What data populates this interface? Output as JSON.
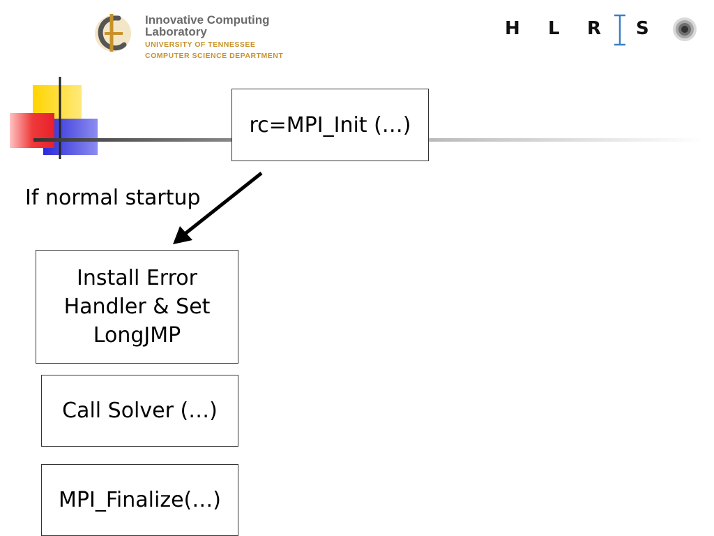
{
  "header": {
    "icl_logo": {
      "line1": "Innovative Computing Laboratory",
      "line2": "UNIVERSITY OF TENNESSEE",
      "line3": "COMPUTER SCIENCE DEPARTMENT"
    },
    "hlrs_logo": {
      "letters": [
        "H",
        "L",
        "R",
        "S"
      ],
      "icon": "hlrs-sunburst-icon"
    }
  },
  "diagram": {
    "init_box": "rc=MPI_Init (…)",
    "branch_label": "If normal startup",
    "handler_box": {
      "line1": "Install Error",
      "line2": "Handler & Set",
      "line3": "LongJMP"
    },
    "solver_box": "Call Solver (…)",
    "finalize_box": "MPI_Finalize(…)"
  },
  "colors": {
    "decor_yellow": "#ffd400",
    "decor_red": "#e8202a",
    "decor_blue": "#2a2ad8",
    "icl_gold": "#c8912a",
    "icl_gray": "#6b6b6b",
    "hlrs_blue": "#3a7ec9"
  }
}
